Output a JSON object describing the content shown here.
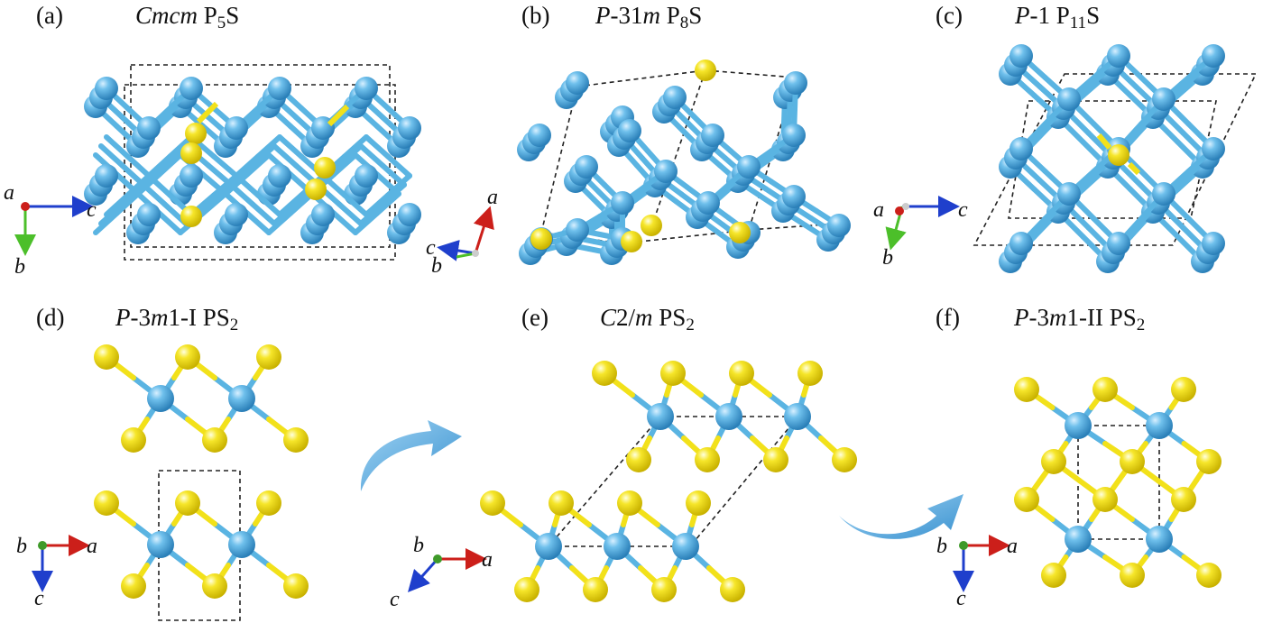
{
  "panels": [
    {
      "label": "(a)",
      "title_italic": "Cmcm",
      "title_plain": " P",
      "title_sub": "5",
      "title_tail": "S"
    },
    {
      "label": "(b)",
      "title_italic": "P",
      "title_plain": "-31",
      "title_italic2": "m",
      "title_plain2": " P",
      "title_sub": "8",
      "title_tail": "S"
    },
    {
      "label": "(c)",
      "title_italic": "P",
      "title_plain": "-1 P",
      "title_sub": "11",
      "title_tail": "S"
    },
    {
      "label": "(d)",
      "title_italic": "P",
      "title_plain": "-3",
      "title_italic2": "m",
      "title_plain2": "1-I PS",
      "title_sub": "2",
      "title_tail": ""
    },
    {
      "label": "(e)",
      "title_italic": "C",
      "title_plain": "2/",
      "title_italic2": "m",
      "title_plain2": " PS",
      "title_sub": "2",
      "title_tail": ""
    },
    {
      "label": "(f)",
      "title_italic": "P",
      "title_plain": "-3",
      "title_italic2": "m",
      "title_plain2": "1-II PS",
      "title_sub": "2",
      "title_tail": ""
    }
  ],
  "axes": {
    "a_panel": {
      "x1": "a",
      "x2": "c",
      "x3": "b"
    },
    "b_panel": {
      "x1": "a",
      "x2": "c",
      "x3": "b"
    },
    "c_panel": {
      "x1": "a",
      "x2": "c",
      "x3": "b"
    },
    "d_panel": {
      "x1": "b",
      "x2": "a",
      "x3": "c"
    },
    "e_panel": {
      "x1": "b",
      "x2": "a",
      "x3": "c"
    },
    "f_panel": {
      "x1": "b",
      "x2": "a",
      "x3": "c"
    }
  },
  "colors": {
    "phosphorus": "#4aa9dc",
    "sulfur": "#f2e11a",
    "axis_red": "#cc1f1a",
    "axis_blue": "#1f3fcc",
    "axis_green": "#4cbf2a",
    "arrow": "#5aaee2"
  }
}
